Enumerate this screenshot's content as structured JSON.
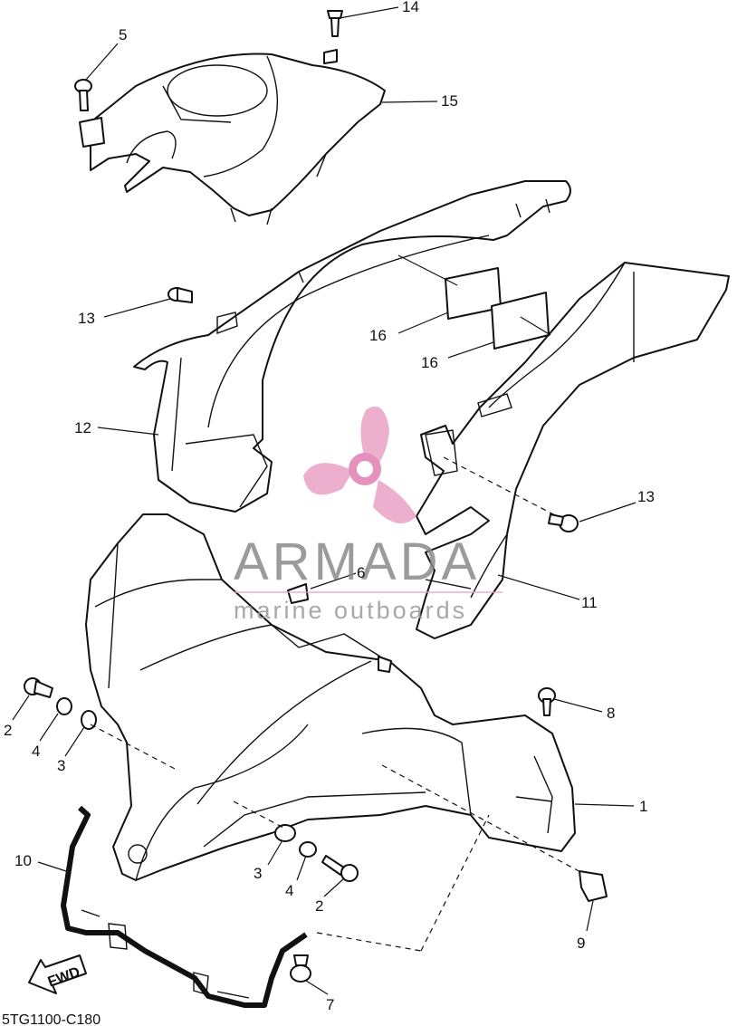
{
  "diagram": {
    "drawing_code": "5TG1100-C180",
    "fwd_label": "FWD",
    "watermark": {
      "brand": "ARMADA",
      "tagline": "marine outboards",
      "logo": "armada-propeller-logo",
      "color": "#e9a2c6"
    },
    "callouts": [
      {
        "id": "c14",
        "text": "14"
      },
      {
        "id": "c5",
        "text": "5"
      },
      {
        "id": "c15",
        "text": "15"
      },
      {
        "id": "c13a",
        "text": "13"
      },
      {
        "id": "c16a",
        "text": "16"
      },
      {
        "id": "c16b",
        "text": "16"
      },
      {
        "id": "c12",
        "text": "12"
      },
      {
        "id": "c13b",
        "text": "13"
      },
      {
        "id": "c6",
        "text": "6"
      },
      {
        "id": "c11",
        "text": "11"
      },
      {
        "id": "c2a",
        "text": "2"
      },
      {
        "id": "c4a",
        "text": "4"
      },
      {
        "id": "c3a",
        "text": "3"
      },
      {
        "id": "c8",
        "text": "8"
      },
      {
        "id": "c1",
        "text": "1"
      },
      {
        "id": "c10",
        "text": "10"
      },
      {
        "id": "c3b",
        "text": "3"
      },
      {
        "id": "c4b",
        "text": "4"
      },
      {
        "id": "c2b",
        "text": "2"
      },
      {
        "id": "c9",
        "text": "9"
      },
      {
        "id": "c7",
        "text": "7"
      }
    ]
  }
}
